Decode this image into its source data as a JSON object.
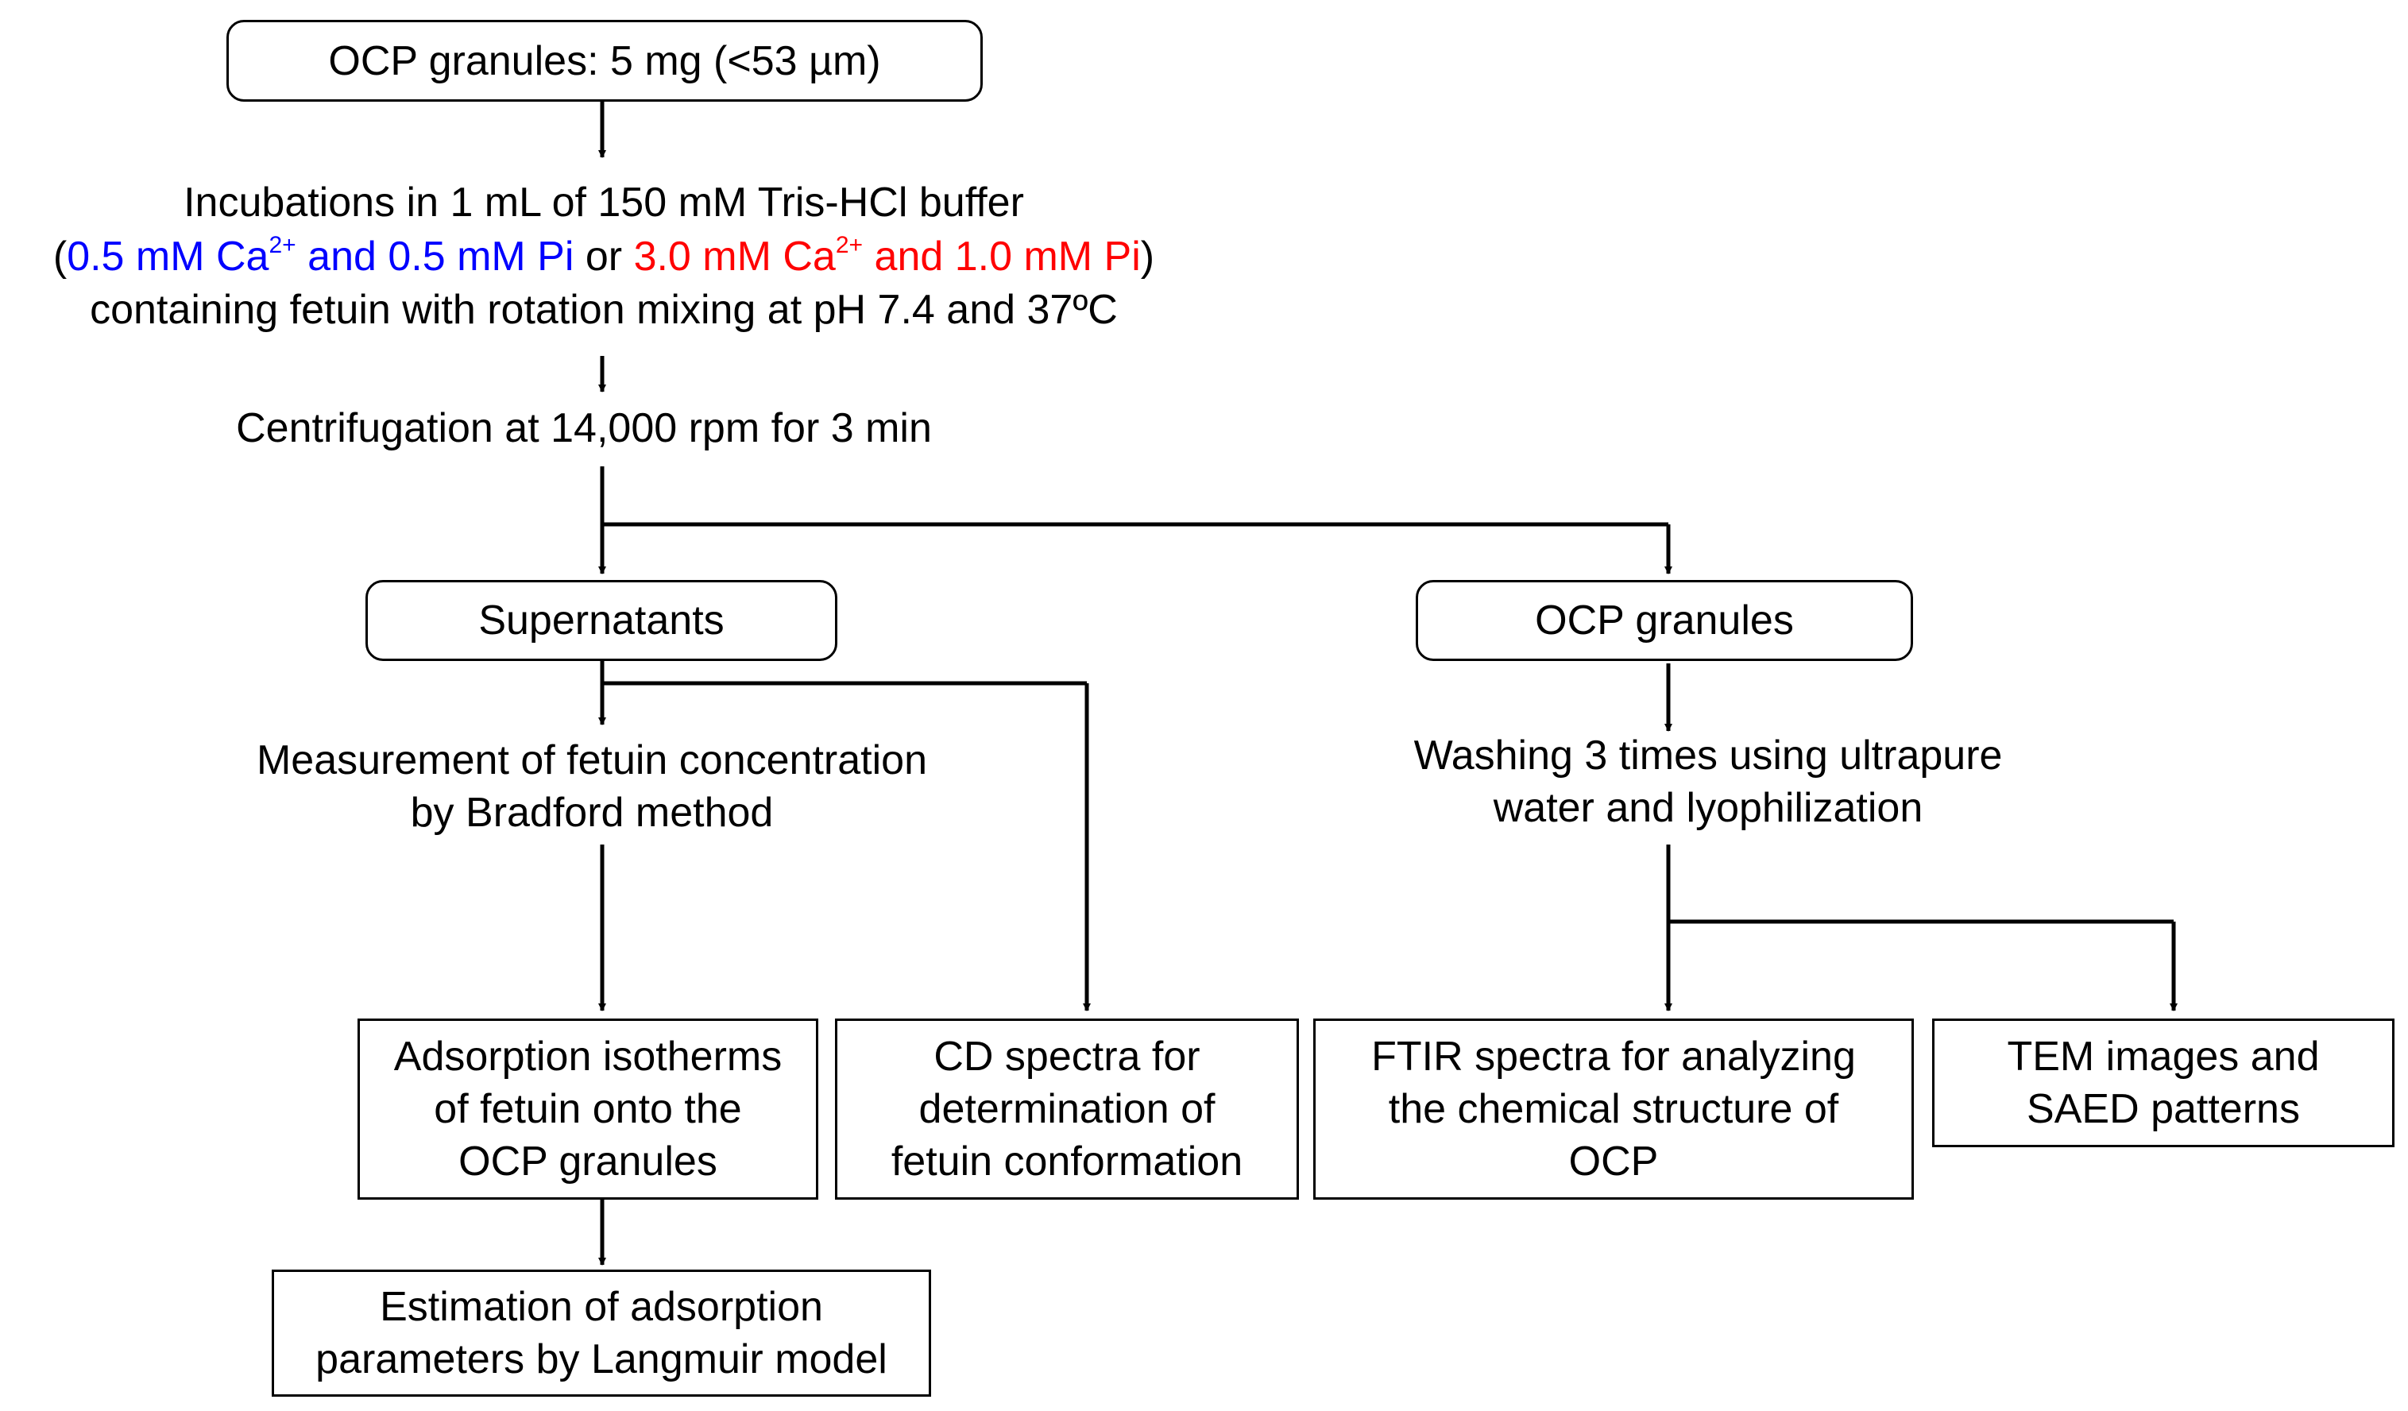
{
  "start_box": "OCP granules: 5 mg (<53 µm)",
  "incubation": {
    "line1": "Incubations in 1 mL of 150 mM Tris-HCl buffer",
    "open_paren": "(",
    "cond_a_1": "0.5 mM Ca",
    "cond_a_sup": "2+",
    "cond_a_2": " and 0.5 mM Pi",
    "or_word": " or ",
    "cond_b_1": "3.0 mM Ca",
    "cond_b_sup": "2+",
    "cond_b_2": " and 1.0 mM Pi",
    "close_paren": ")",
    "line3": "containing fetuin with rotation mixing at pH 7.4 and 37ºC",
    "color_a": "#0000ff",
    "color_b": "#ff0000"
  },
  "centrifugation": "Centrifugation at 14,000 rpm for 3 min",
  "supernatants_box": "Supernatants",
  "granules_box": "OCP granules",
  "measurement": {
    "line1": "Measurement of fetuin concentration",
    "line2": "by Bradford method"
  },
  "washing": {
    "line1": "Washing 3 times using ultrapure",
    "line2": "water and lyophilization"
  },
  "adsorption_box": "Adsorption isotherms\nof fetuin onto the\nOCP granules",
  "cd_box": "CD spectra for\ndetermination of\nfetuin conformation",
  "ftir_box": "FTIR spectra for analyzing\nthe chemical structure of\nOCP",
  "tem_box": "TEM images and\nSAED patterns",
  "langmuir_box": "Estimation of adsorption\nparameters by Langmuir model"
}
